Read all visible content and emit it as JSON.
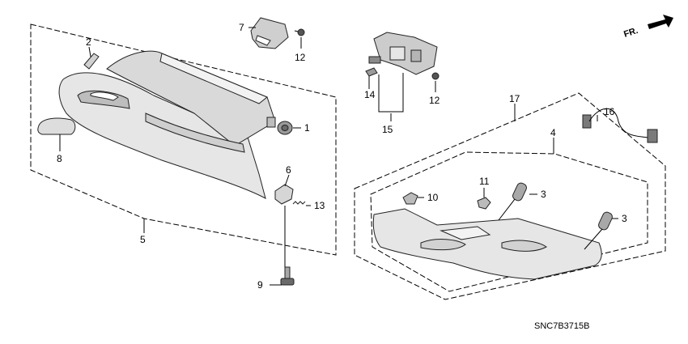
{
  "diagram": {
    "part_code": "SNC7B3715B",
    "direction_label": "FR.",
    "callouts": [
      "1",
      "2",
      "3",
      "3",
      "4",
      "5",
      "6",
      "7",
      "8",
      "9",
      "10",
      "11",
      "12",
      "12",
      "13",
      "14",
      "15",
      "16",
      "17"
    ]
  }
}
